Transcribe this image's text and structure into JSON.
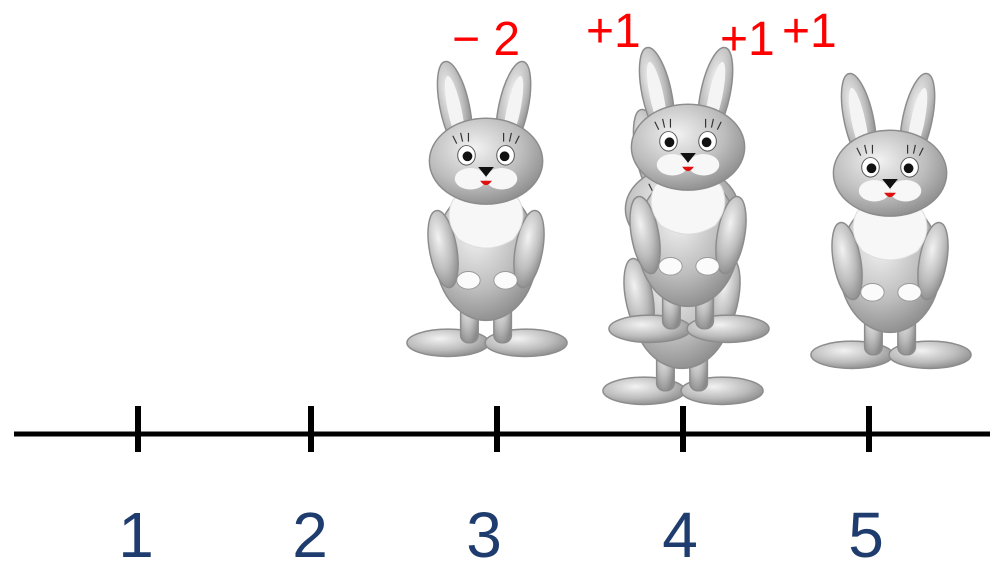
{
  "operations": [
    "− 2",
    "+1",
    "+1",
    "+1"
  ],
  "number_line": {
    "labels": [
      "1",
      "2",
      "3",
      "4",
      "5"
    ]
  },
  "colors": {
    "operation": "#ff0000",
    "label": "#1f3c6e",
    "axis": "#000000",
    "rabbit": "#b8b8b8"
  }
}
